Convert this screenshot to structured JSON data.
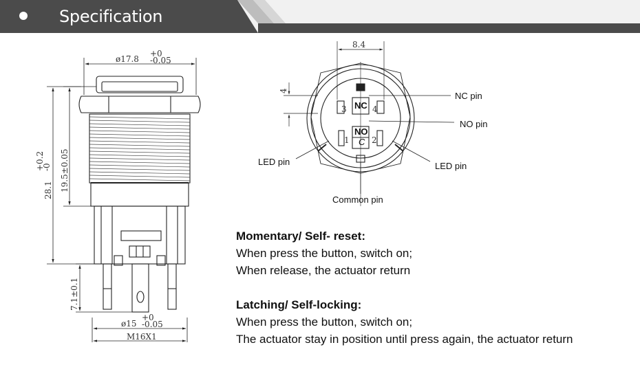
{
  "header": {
    "title": "Specification"
  },
  "side_view": {
    "top_diameter": "ø17.8",
    "top_diameter_tol": {
      "upper": "+0",
      "lower": "-0.05"
    },
    "total_height": "28.1",
    "total_height_tol": {
      "upper": "+0.2",
      "lower": "-0"
    },
    "thread_length": "19.5±0.05",
    "terminal_length": "7.1±0.1",
    "bottom_diameter": "ø15",
    "bottom_diameter_tol": {
      "upper": "+0",
      "lower": "-0.05"
    },
    "thread": "M16X1"
  },
  "front_view": {
    "width_dim": "8.4",
    "side_dim": "4",
    "pin_numbers": [
      "3",
      "4",
      "1",
      "2"
    ],
    "nc_box": "NC",
    "no_box": "NO",
    "c_box": "C"
  },
  "pin_labels": {
    "nc": "NC pin",
    "no": "NO pin",
    "led_left": "LED pin",
    "led_right": "LED pin",
    "common": "Common pin"
  },
  "descriptions": {
    "momentary": {
      "heading": "Momentary/ Self- reset:",
      "lines": [
        "When press the button, switch on;",
        "When release, the actuator return"
      ]
    },
    "latching": {
      "heading": "Latching/ Self-locking:",
      "lines": [
        "When press the button, switch on;",
        "The actuator stay in position until press again, the actuator return"
      ]
    }
  },
  "colors": {
    "header_dark": "#4a4a4a",
    "header_light": "#f2f2f2",
    "line": "#222222"
  }
}
